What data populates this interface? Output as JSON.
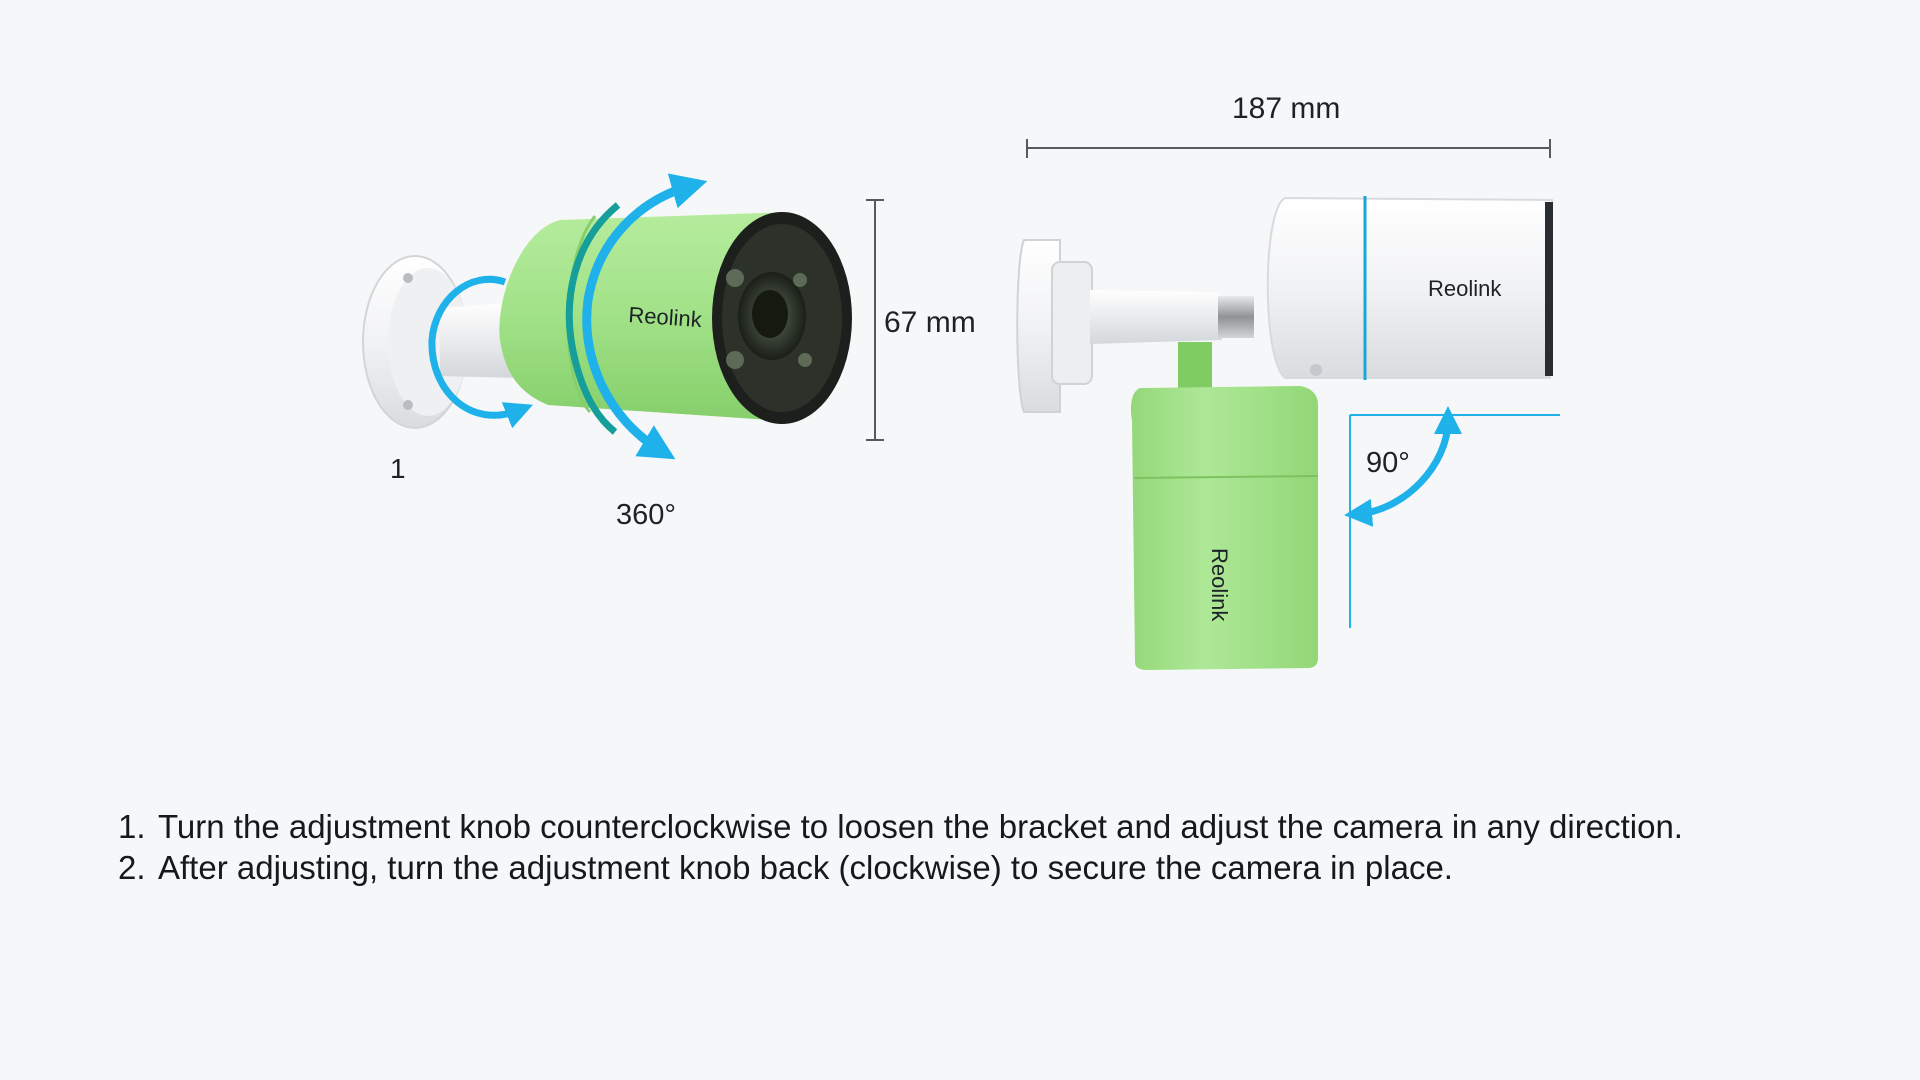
{
  "colors": {
    "background": "#f6f7f9",
    "camera_green": "#a4e38a",
    "camera_green_dark": "#7fcc63",
    "camera_white": "#f2f3f5",
    "arrow_blue": "#1fb1ea",
    "stripe_blue": "#19a7d8",
    "lens_black": "#1c1f1c",
    "text": "#1d2226"
  },
  "brand_logo": "Reolink",
  "left_view": {
    "callout_number": "1",
    "rotation_label": "360°",
    "height_label": "67 mm"
  },
  "right_view": {
    "length_label": "187 mm",
    "tilt_label": "90°"
  },
  "instructions": [
    {
      "number": "1.",
      "text": "Turn the adjustment knob counterclockwise to loosen the bracket and adjust the camera in any direction."
    },
    {
      "number": "2.",
      "text": "After adjusting, turn the adjustment knob back (clockwise) to secure the camera in place."
    }
  ]
}
